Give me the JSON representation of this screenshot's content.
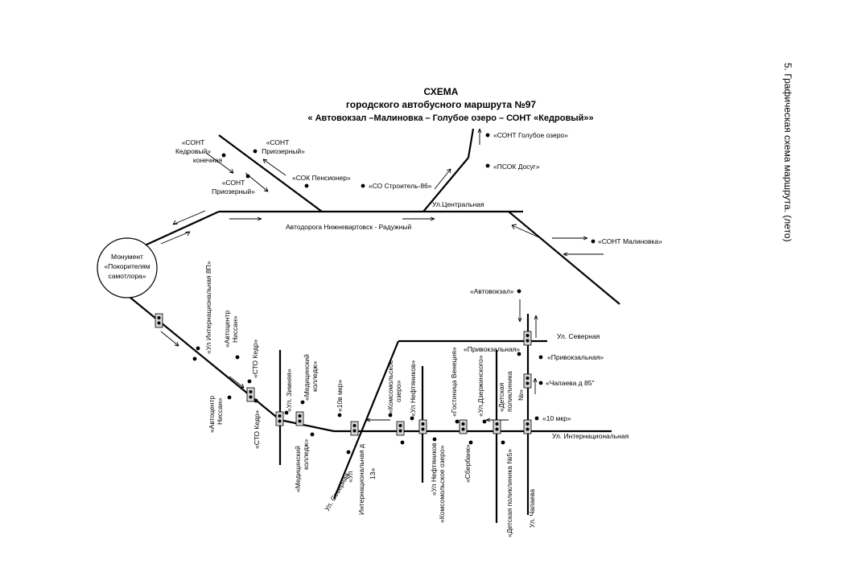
{
  "title": {
    "line1": "СХЕМА",
    "line2": "городского автобусного маршрута №97",
    "line3": "« Автовокзал –Малиновка – Голубое озеро – СОНТ «Кедровый»»"
  },
  "side_caption": "5.   Графическая схема маршрута. (лето)",
  "monument": {
    "line1": "Монумент",
    "line2": "«Покорителям",
    "line3": "самотлора»"
  },
  "labels": {
    "sont_kedrovy_1": "«СОНТ",
    "sont_kedrovy_2": "Кедровый»",
    "sont_kedrovy_3": "конечная",
    "sont_priozerny_top_1": "«СОНТ",
    "sont_priozerny_top_2": "Приозерный»",
    "sont_priozerny_low_1": "«СОНТ",
    "sont_priozerny_low_2": "Приозерный»",
    "sok_pensioner": "«СОК Пенсионер»",
    "so_stroitel": "«СО Строитель-86»",
    "sont_goluboe": "«СОНТ Голубое озеро»",
    "psok_dosug": "«ПСОК Досуг»",
    "ul_centralnaya": "Ул.Центральная",
    "sont_malinovka": "«СОНТ Малиновка»",
    "avtodoroga": "Автодорога Нижневартовск - Радужный",
    "avtovokzal": "«Автовокзал»",
    "ul_severnaya_right": "Ул. Северная",
    "privokzalnaya_1": "«Привокзальная»",
    "privokzalnaya_2": "«Привокзальная»",
    "chapaeva_85": "«Чапаева д 85\"",
    "mkr_10": "«10 мкр»",
    "ul_internacionalnaya": "Ул. Интернациональная",
    "ul_int_8p": "«Ул Интернациональная 8П»",
    "avtocentr_upper_1": "«Автоцентр",
    "avtocentr_upper_2": "Ниссан»",
    "sto_kedr_upper": "«СТО Кедр»",
    "avtocentr_lower_1": "«Автоцентр",
    "avtocentr_lower_2": "Ниссан»",
    "sto_kedr_lower": "«СТО Кедр»",
    "ul_zimnyaya": "«Ул. Зимняя»",
    "med_college_upper_1": "«Медицинский",
    "med_college_upper_2": "колледж»",
    "med_college_lower_1": "«Медицинский",
    "med_college_lower_2": "колледж»",
    "mkr_10v": "«10в мкр»",
    "komsomolskoe_upper_1": "«Комсомольское",
    "komsomolskoe_upper_2": "озеро»",
    "ul_neftyanikov_upper": "«Ул Нефтяников»",
    "gostinica_1": "«Гостиница Венеция»",
    "ul_dzerzhinskogo": "«Ул.Дзержинского»",
    "det_poliklinika_1": "«Детская",
    "det_poliklinika_2": "поликлиника",
    "det_poliklinika_3": "№»",
    "ul_severnaya_left": "Ул. Северная",
    "ul_int_13_1": "«Ул",
    "ul_int_13_2": "Интернациональная д",
    "ul_int_13_3": "13»",
    "ul_neftyanikov_lower_1": "«Ул Нефтяников",
    "ul_neftyanikov_lower_2": "«Комсомольское озеро»",
    "sberbank": "«Сбербанк»",
    "det_poliklinika_5": "«Детская поликлиника №5»",
    "ul_chapaeva": "Ул. Чапаева"
  },
  "colors": {
    "road": "#000000",
    "traffic_light_body": "#d6d6d6",
    "background": "#ffffff"
  }
}
